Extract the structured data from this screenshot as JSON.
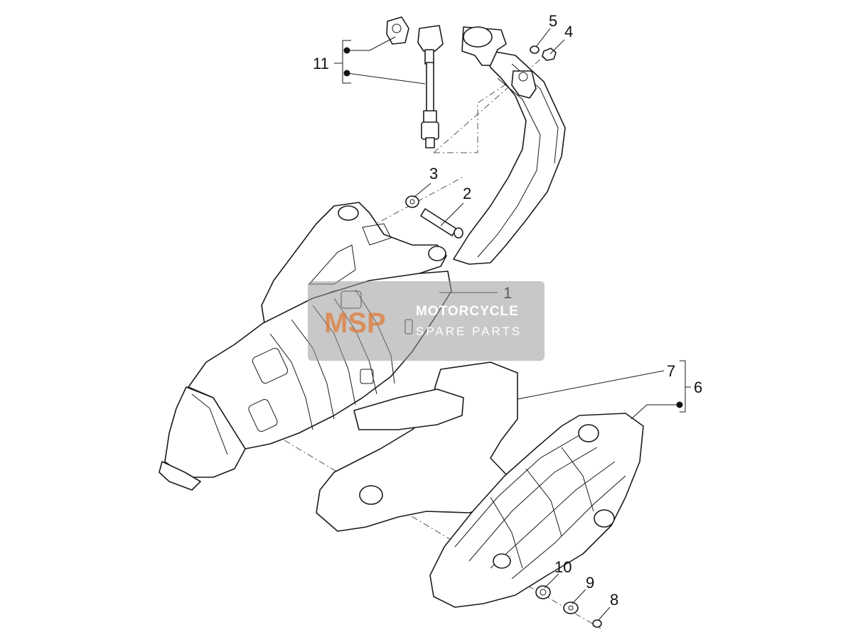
{
  "diagram": {
    "callouts": [
      "1",
      "2",
      "3",
      "4",
      "5",
      "6",
      "7",
      "8",
      "9",
      "10",
      "11"
    ]
  },
  "watermark": {
    "logo_text": "MSP",
    "title": "MOTORCYCLE",
    "subtitle": "SPARE PARTS"
  },
  "colors": {
    "line": "#1a1a1a",
    "watermark_logo": "#e07b39",
    "watermark_box": "#9a9a9a"
  }
}
